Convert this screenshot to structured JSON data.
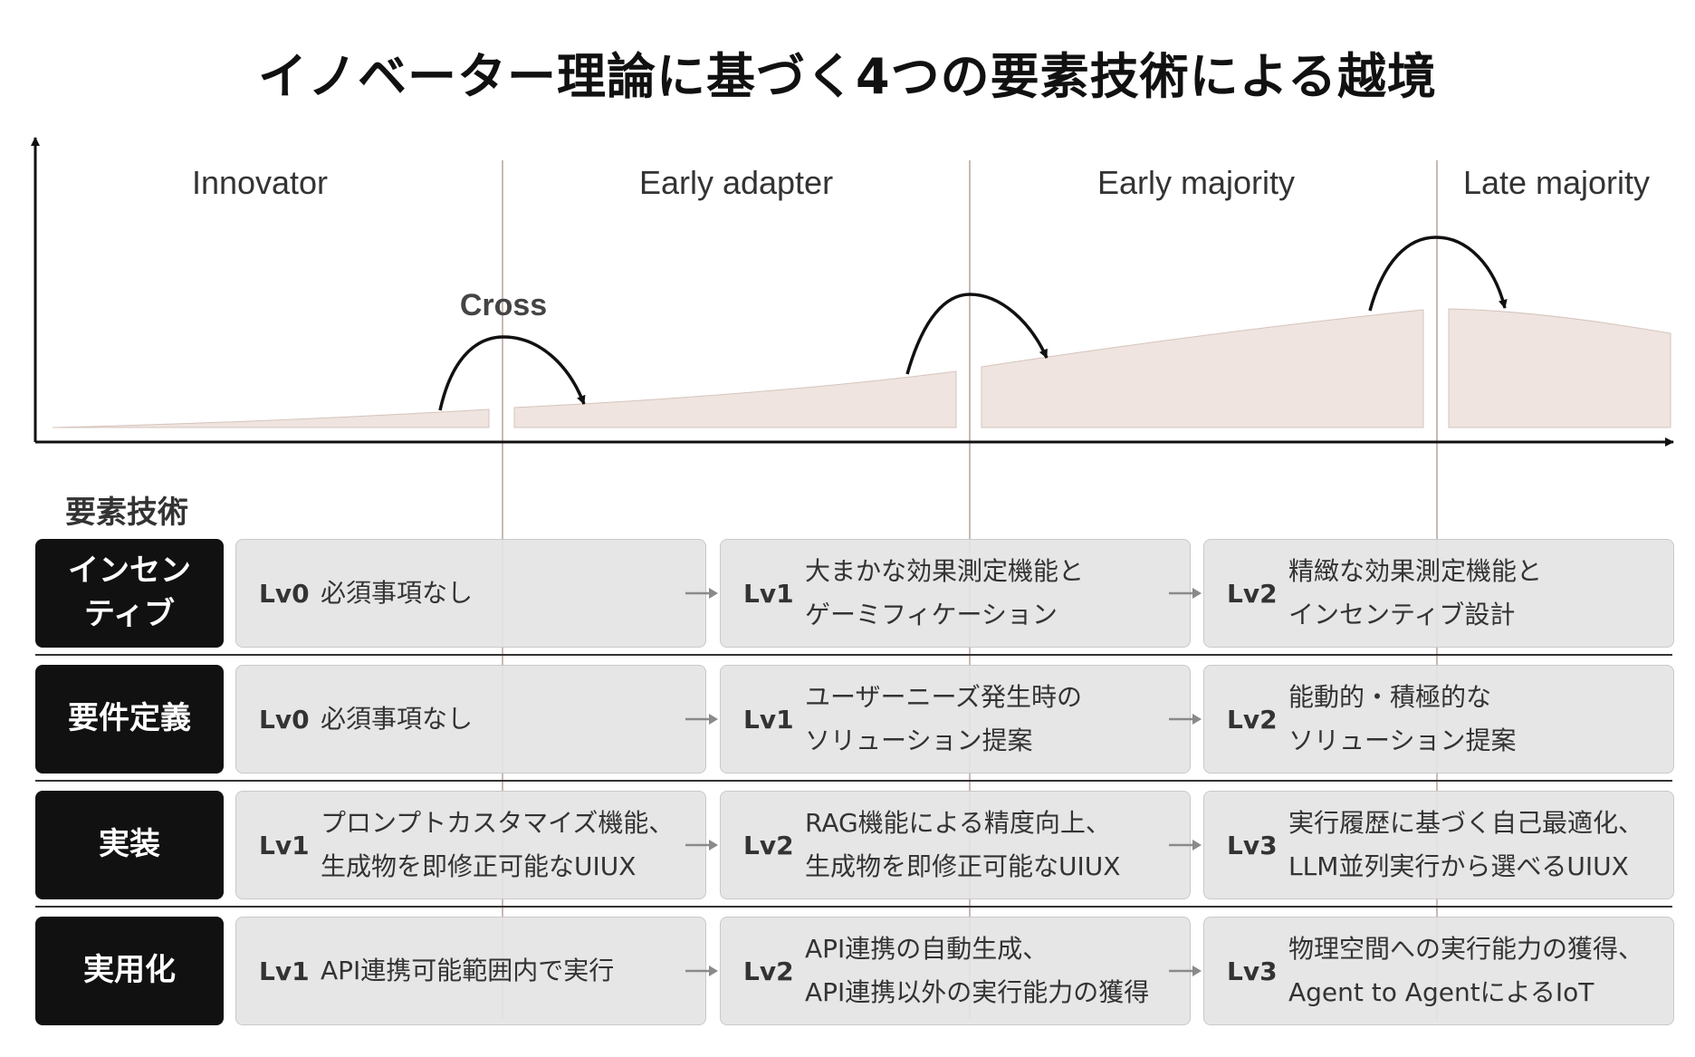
{
  "title": "イノベーター理論に基づく4つの要素技術による越境",
  "chart": {
    "phases": [
      "Innovator",
      "Early adapter",
      "Early majority",
      "Late majority"
    ],
    "cross_label": "Cross"
  },
  "section_label": "要素技術",
  "rows": [
    {
      "label": "インセン\nティブ",
      "cells": [
        {
          "level": "Lv0",
          "text": "必須事項なし"
        },
        {
          "level": "Lv1",
          "text": "大まかな効果測定機能と\nゲーミフィケーション"
        },
        {
          "level": "Lv2",
          "text": "精緻な効果測定機能と\nインセンティブ設計"
        }
      ]
    },
    {
      "label": "要件定義",
      "cells": [
        {
          "level": "Lv0",
          "text": "必須事項なし"
        },
        {
          "level": "Lv1",
          "text": "ユーザーニーズ発生時の\nソリューション提案"
        },
        {
          "level": "Lv2",
          "text": "能動的・積極的な\nソリューション提案"
        }
      ]
    },
    {
      "label": "実装",
      "cells": [
        {
          "level": "Lv1",
          "text": "プロンプトカスタマイズ機能、\n生成物を即修正可能なUIUX"
        },
        {
          "level": "Lv2",
          "text": "RAG機能による精度向上、\n生成物を即修正可能なUIUX"
        },
        {
          "level": "Lv3",
          "text": "実行履歴に基づく自己最適化、\nLLM並列実行から選べるUIUX"
        }
      ]
    },
    {
      "label": "実用化",
      "cells": [
        {
          "level": "Lv1",
          "text": "API連携可能範囲内で実行"
        },
        {
          "level": "Lv2",
          "text": "API連携の自動生成、\nAPI連携以外の実行能力の獲得"
        },
        {
          "level": "Lv3",
          "text": "物理空間への実行能力の獲得、\nAgent to AgentによるIoT"
        }
      ]
    }
  ]
}
